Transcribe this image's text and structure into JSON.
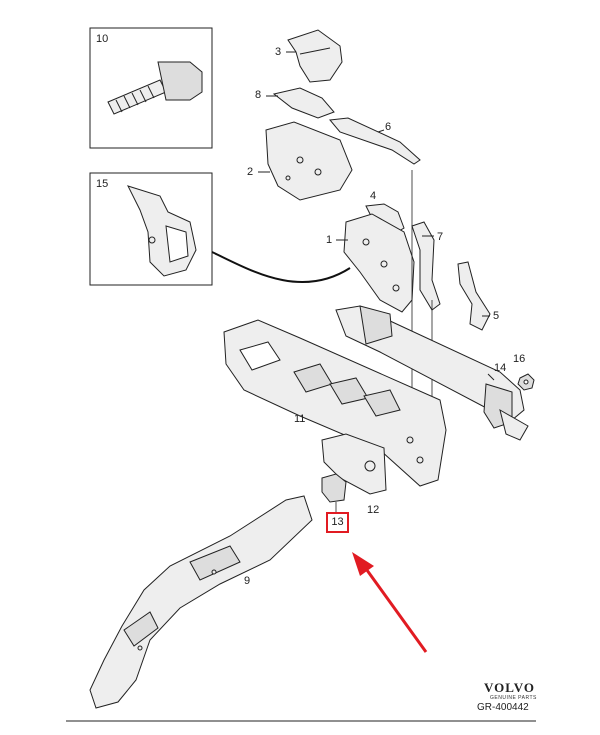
{
  "diagram": {
    "insets": [
      {
        "id": "10",
        "label": "10"
      },
      {
        "id": "15",
        "label": "15"
      }
    ],
    "callouts": [
      {
        "id": "1",
        "label": "1"
      },
      {
        "id": "2",
        "label": "2"
      },
      {
        "id": "3",
        "label": "3"
      },
      {
        "id": "4",
        "label": "4"
      },
      {
        "id": "5",
        "label": "5"
      },
      {
        "id": "6",
        "label": "6"
      },
      {
        "id": "7",
        "label": "7"
      },
      {
        "id": "8",
        "label": "8"
      },
      {
        "id": "9",
        "label": "9"
      },
      {
        "id": "11",
        "label": "11"
      },
      {
        "id": "12",
        "label": "12"
      },
      {
        "id": "14",
        "label": "14"
      },
      {
        "id": "16",
        "label": "16"
      }
    ],
    "highlighted": {
      "label": "13",
      "color": "#e11b22"
    },
    "arrow_color": "#e11b22"
  },
  "branding": {
    "logo_text": "VOLVO",
    "logo_subtext": "GENUINE PARTS",
    "reference": "GR-400442"
  }
}
